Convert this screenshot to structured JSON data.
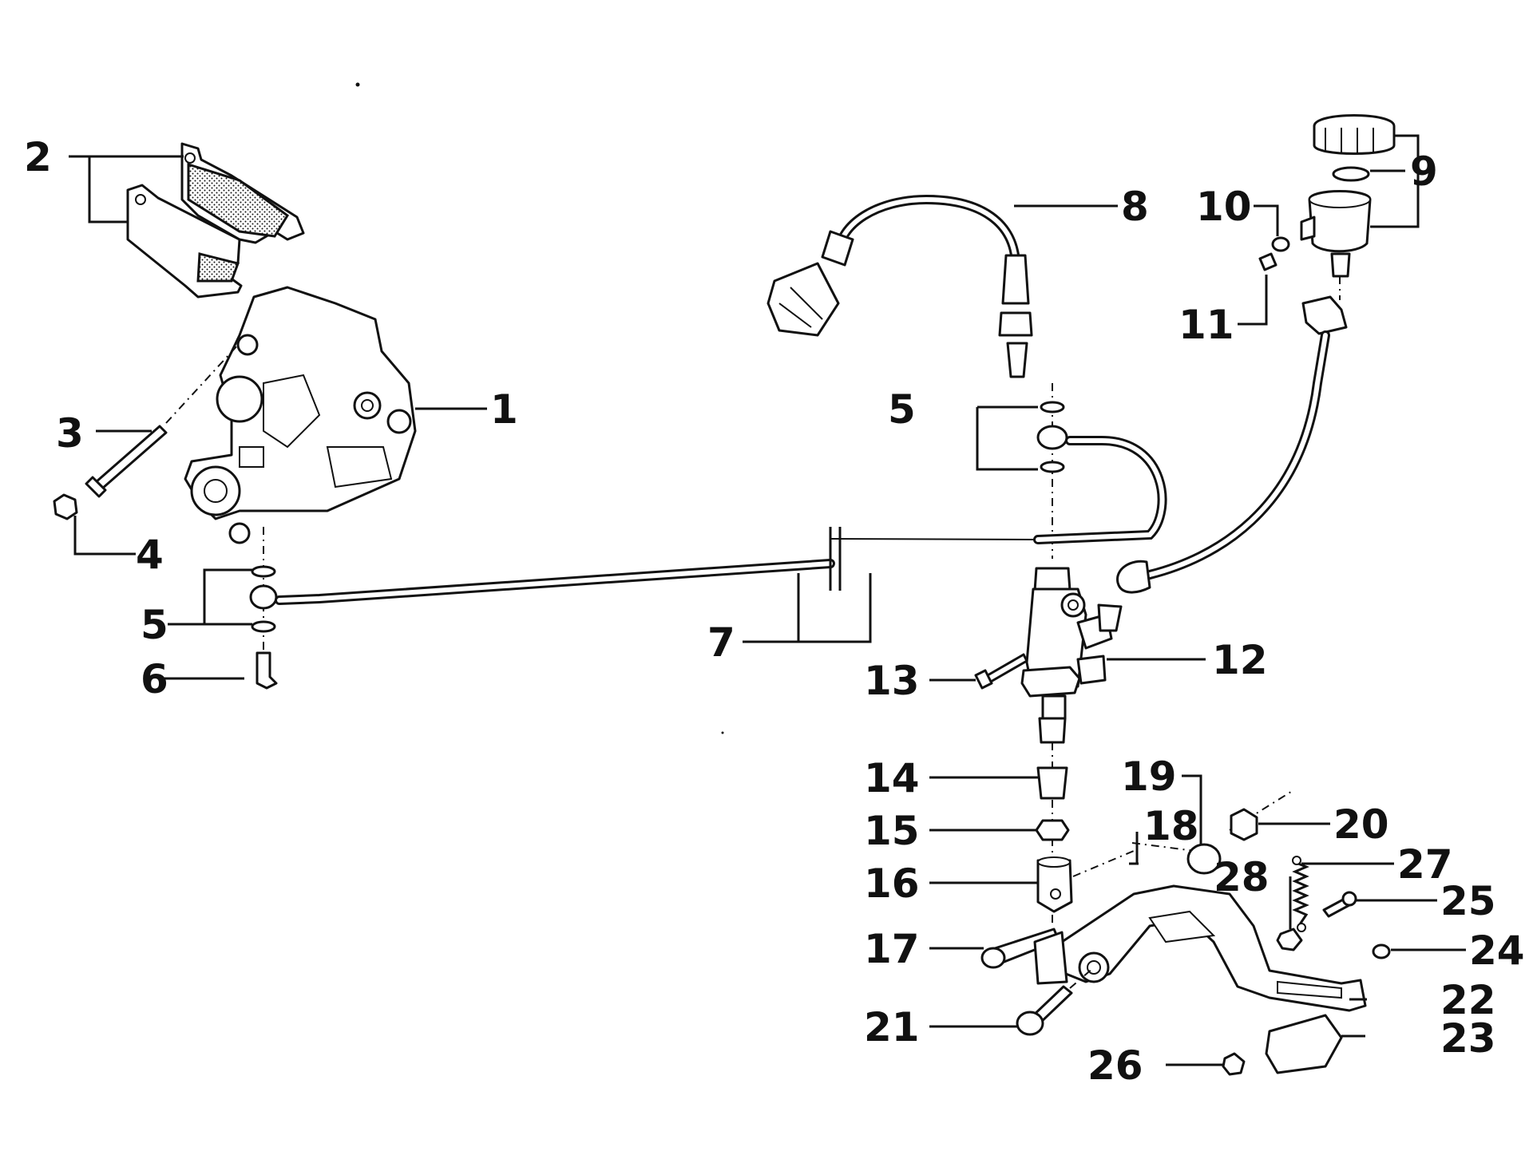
{
  "diagram": {
    "type": "exploded-parts-diagram",
    "colors": {
      "ink": "#111111",
      "paper": "#ffffff"
    },
    "callouts": [
      {
        "id": "c1",
        "label": "1"
      },
      {
        "id": "c2",
        "label": "2"
      },
      {
        "id": "c3",
        "label": "3"
      },
      {
        "id": "c4",
        "label": "4"
      },
      {
        "id": "c5a",
        "label": "5"
      },
      {
        "id": "c5b",
        "label": "5"
      },
      {
        "id": "c6",
        "label": "6"
      },
      {
        "id": "c7",
        "label": "7"
      },
      {
        "id": "c8",
        "label": "8"
      },
      {
        "id": "c9",
        "label": "9"
      },
      {
        "id": "c10",
        "label": "10"
      },
      {
        "id": "c11",
        "label": "11"
      },
      {
        "id": "c12",
        "label": "12"
      },
      {
        "id": "c13",
        "label": "13"
      },
      {
        "id": "c14",
        "label": "14"
      },
      {
        "id": "c15",
        "label": "15"
      },
      {
        "id": "c16",
        "label": "16"
      },
      {
        "id": "c17",
        "label": "17"
      },
      {
        "id": "c18",
        "label": "18"
      },
      {
        "id": "c19",
        "label": "19"
      },
      {
        "id": "c20",
        "label": "20"
      },
      {
        "id": "c21",
        "label": "21"
      },
      {
        "id": "c22",
        "label": "22"
      },
      {
        "id": "c23",
        "label": "23"
      },
      {
        "id": "c24",
        "label": "24"
      },
      {
        "id": "c25",
        "label": "25"
      },
      {
        "id": "c26",
        "label": "26"
      },
      {
        "id": "c27",
        "label": "27"
      },
      {
        "id": "c28",
        "label": "28"
      }
    ]
  }
}
